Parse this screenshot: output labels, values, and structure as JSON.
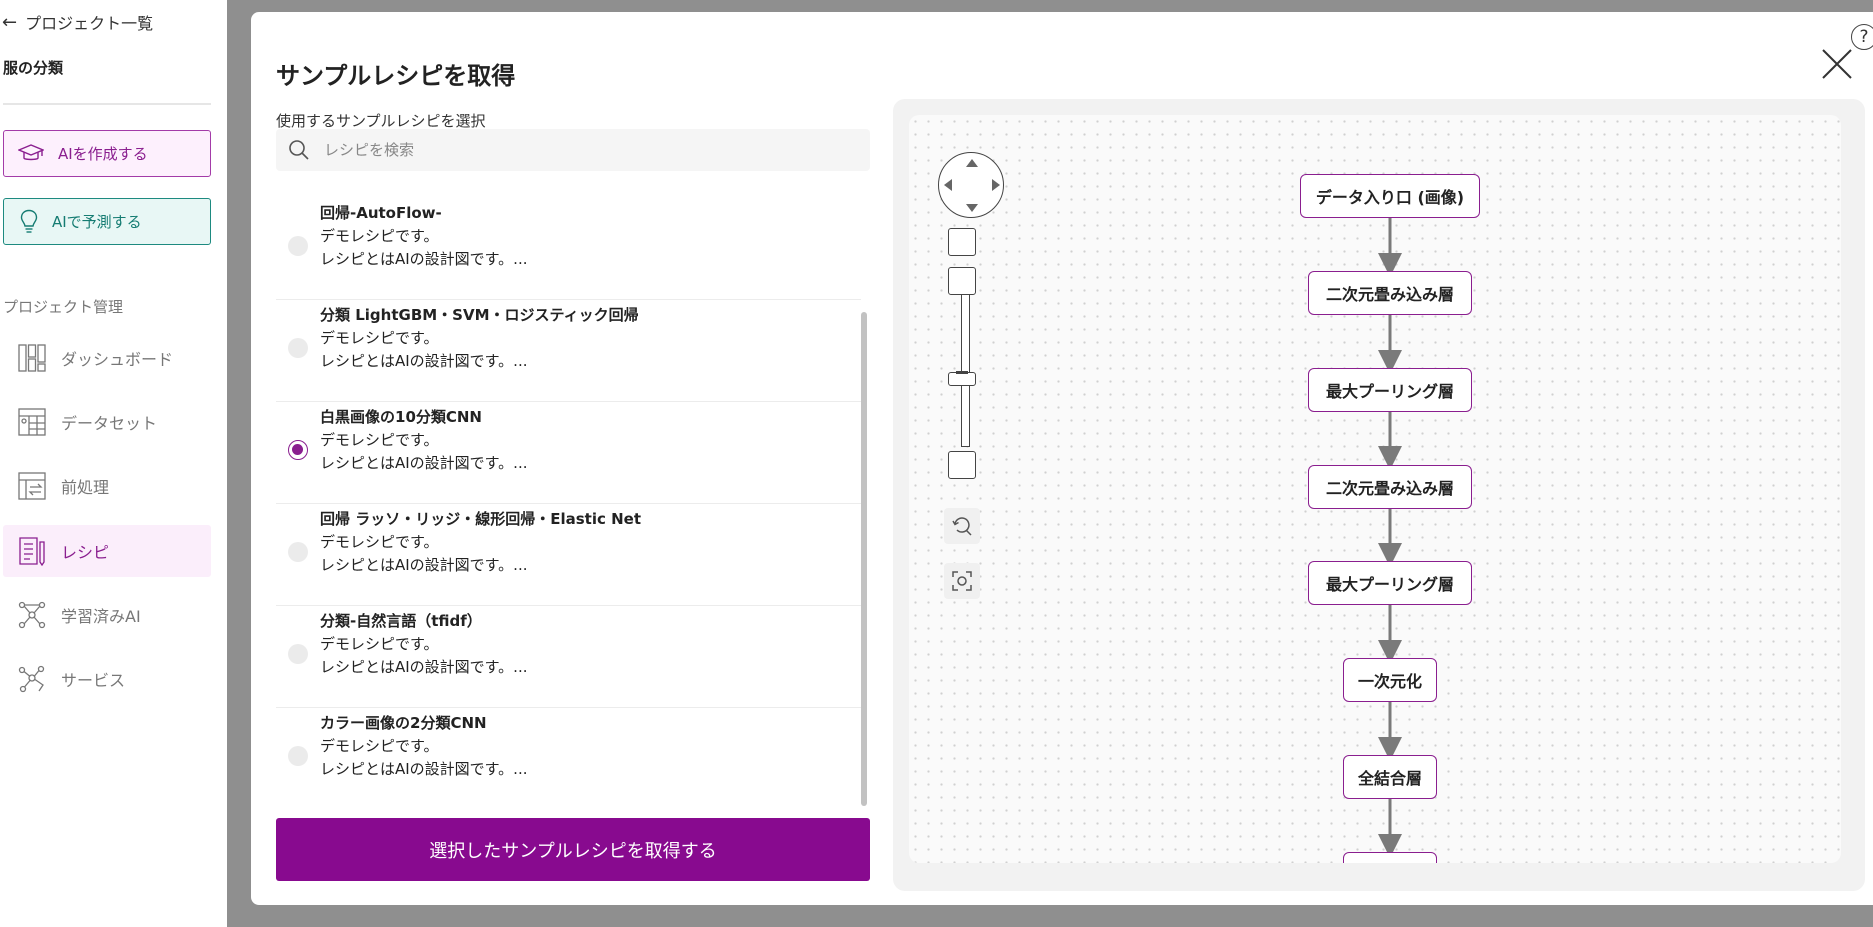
{
  "sidebar": {
    "back_label": "プロジェクト一覧",
    "project_name": "服の分類",
    "create_ai_label": "AIを作成する",
    "predict_ai_label": "AIで予測する",
    "section_label": "プロジェクト管理",
    "nav": [
      {
        "label": "ダッシュボード",
        "icon": "dashboard-icon"
      },
      {
        "label": "データセット",
        "icon": "dataset-icon"
      },
      {
        "label": "前処理",
        "icon": "preprocess-icon"
      },
      {
        "label": "レシピ",
        "icon": "recipe-icon",
        "active": true
      },
      {
        "label": "学習済みAI",
        "icon": "trained-ai-icon"
      },
      {
        "label": "サービス",
        "icon": "service-icon"
      }
    ]
  },
  "modal": {
    "title": "サンプルレシピを取得",
    "help_label": "?",
    "select_label": "使用するサンプルレシピを選択",
    "search_placeholder": "レシピを検索",
    "recipes": [
      {
        "name": "回帰-AutoFlow-",
        "line1": "デモレシピです。",
        "line2": "レシピとはAIの設計図です。...",
        "selected": false
      },
      {
        "name": "分類 LightGBM・SVM・ロジスティック回帰",
        "line1": "デモレシピです。",
        "line2": "レシピとはAIの設計図です。...",
        "selected": false
      },
      {
        "name": "白黒画像の10分類CNN",
        "line1": "デモレシピです。",
        "line2": "レシピとはAIの設計図です。...",
        "selected": true
      },
      {
        "name": "回帰 ラッソ・リッジ・線形回帰・Elastic Net",
        "line1": "デモレシピです。",
        "line2": "レシピとはAIの設計図です。...",
        "selected": false
      },
      {
        "name": "分類-自然言語（tfidf）",
        "line1": "デモレシピです。",
        "line2": "レシピとはAIの設計図です。...",
        "selected": false
      },
      {
        "name": "カラー画像の2分類CNN",
        "line1": "デモレシピです。",
        "line2": "レシピとはAIの設計図です。...",
        "selected": false
      }
    ],
    "submit_label": "選択したサンプルレシピを取得する"
  },
  "flow": {
    "nodes": [
      "データ入り口 (画像)",
      "二次元畳み込み層",
      "最大プーリング層",
      "二次元畳み込み層",
      "最大プーリング層",
      "一次元化",
      "全結合層",
      ""
    ]
  },
  "colors": {
    "accent": "#880a8f",
    "predict": "#1d8a80",
    "node_border": "#8a1e8f"
  }
}
